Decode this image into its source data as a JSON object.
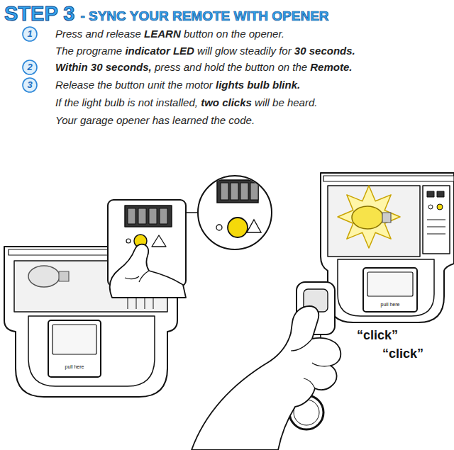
{
  "diagram": {
    "title": "STEP 3",
    "nodes": [
      {
        "text": [
          "1"
        ]
      },
      {
        "text": [
          "2"
        ]
      },
      {
        "text": [
          "3"
        ]
      }
    ],
    "labels": [
      "- SYNC YOUR REMOTE WITH OPENER",
      "Press and release",
      "LEARN",
      "button on the opener.",
      "The programe",
      "indicator LED",
      "will glow steadily for",
      "30 seconds.",
      "Within 30 seconds,",
      "press and hold the button on the",
      "Remote.",
      "Release the button unit the motor",
      "lights bulb blink.",
      "If the light bulb is not installed,",
      "two clicks",
      "will be heard.",
      "Your garage opener has learned the code.",
      "pull here",
      "pull here",
      "“click”",
      "“click”"
    ]
  }
}
